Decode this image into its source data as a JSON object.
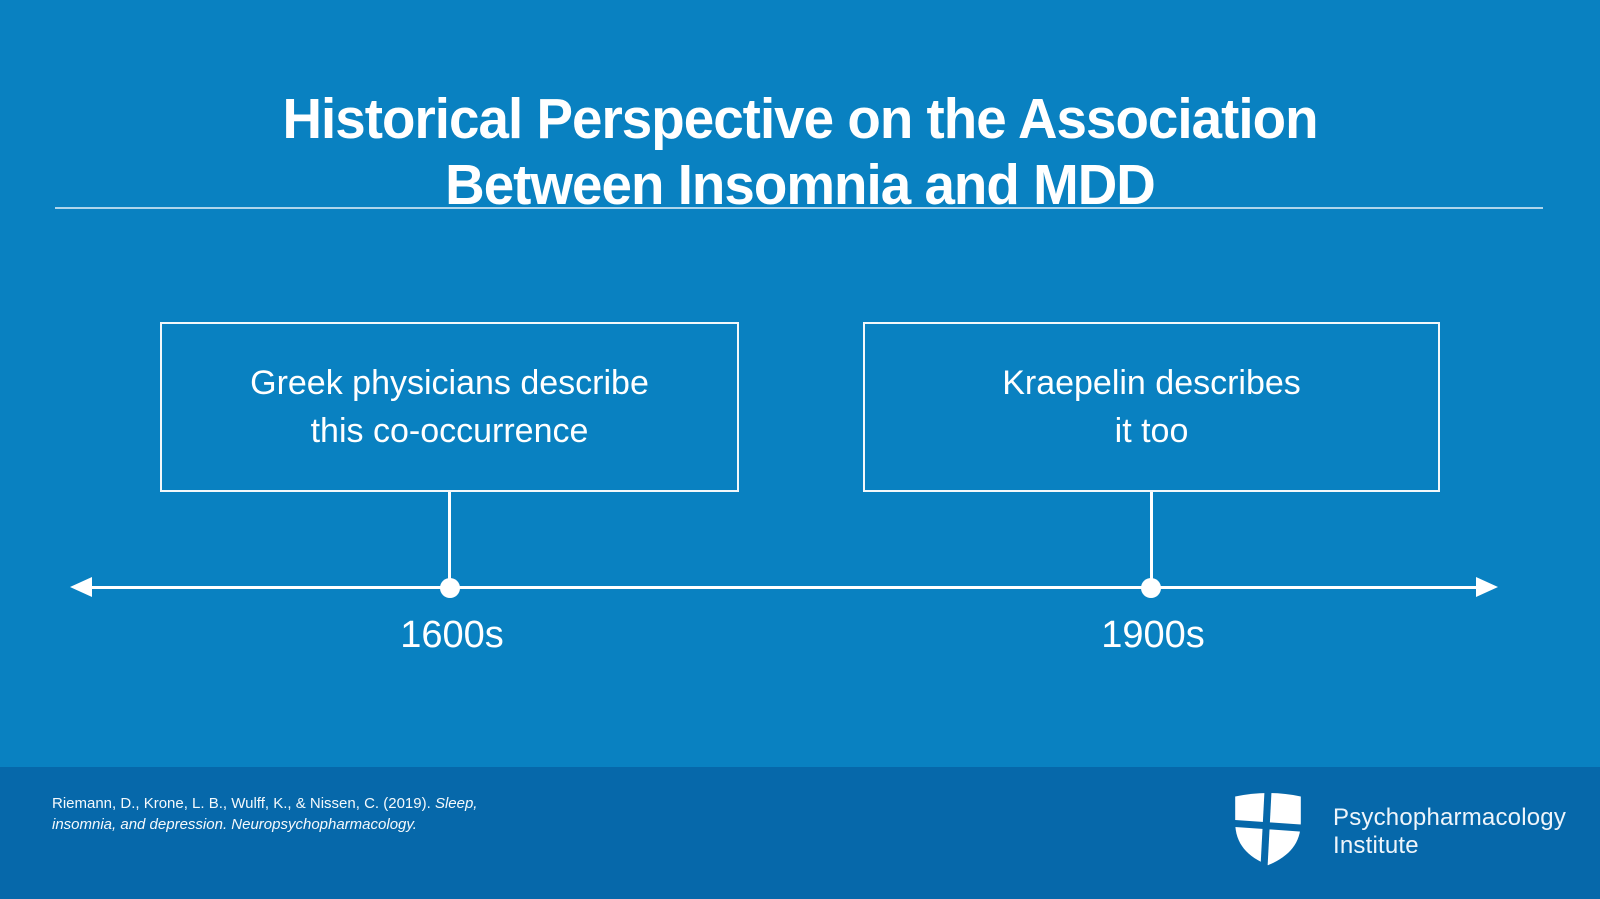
{
  "slide": {
    "title_line1": "Historical Perspective on the Association",
    "title_line2": "Between Insomnia and MDD",
    "colors": {
      "background": "#0981c1",
      "footer_background": "#0668aa",
      "text": "#ffffff"
    }
  },
  "timeline": {
    "events": [
      {
        "lines": [
          "Greek physicians describe",
          "this co-occurrence"
        ],
        "era": "1600s"
      },
      {
        "lines": [
          "Kraepelin describes",
          "it too"
        ],
        "era": "1900s"
      }
    ]
  },
  "footer": {
    "citation": {
      "line1_regular": "Riemann, D., Krone, L. B., Wulff, K., & Nissen, C. (2019). ",
      "line1_italic": "Sleep,",
      "line2_italic": "insomnia, and depression. Neuropsychopharmacology."
    },
    "logo": {
      "icon": "shield-cross-icon",
      "text_line1": "Psychopharmacology",
      "text_line2": "Institute"
    }
  }
}
